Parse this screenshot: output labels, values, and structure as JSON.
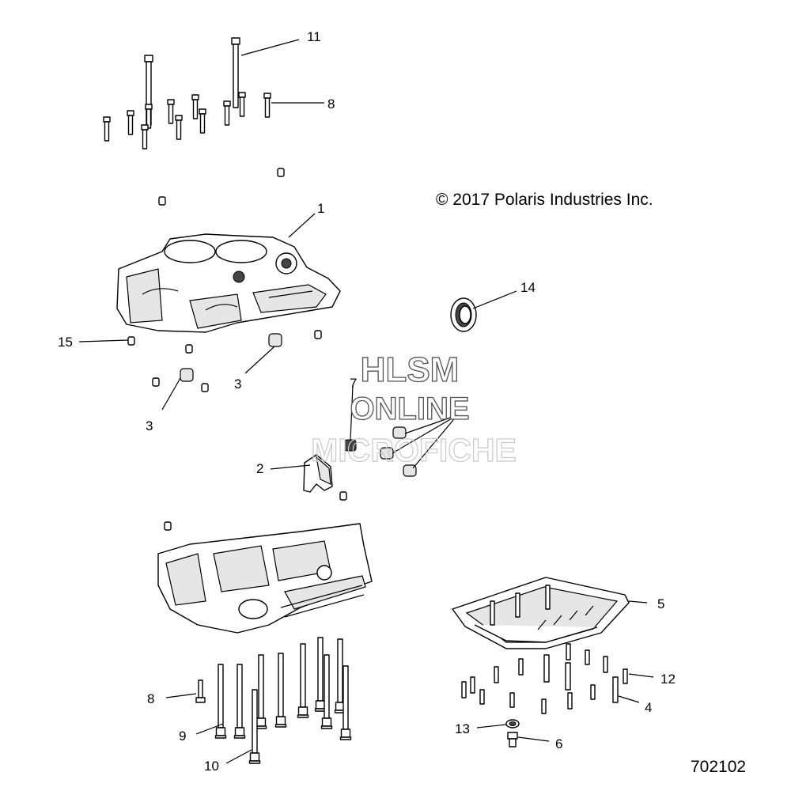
{
  "copyright": "© 2017  Polaris Industries Inc.",
  "diagram_number": "702102",
  "watermark": {
    "line1": "HLSM",
    "line2": "ONLINE",
    "line3": "MICROFICHE"
  },
  "callouts": {
    "c1": "1",
    "c2": "2",
    "c3a": "3",
    "c3b": "3",
    "c4": "4",
    "c5": "5",
    "c6": "6",
    "c7": "7",
    "c8a": "8",
    "c8b": "8",
    "c9": "9",
    "c10": "10",
    "c11": "11",
    "c12": "12",
    "c13": "13",
    "c14": "14",
    "c15": "15"
  }
}
